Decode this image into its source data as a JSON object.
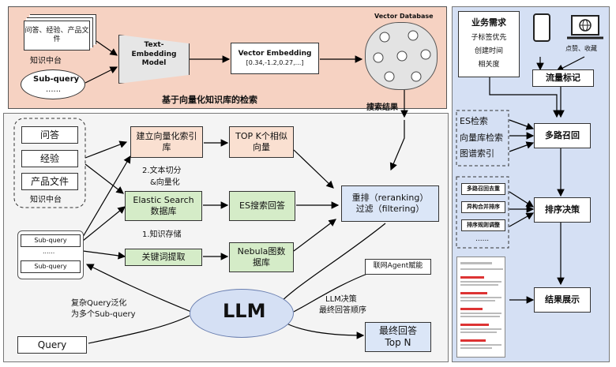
{
  "top": {
    "doc_stack": "问答、经验、产品文件",
    "kb_label": "知识中台",
    "subquery_cloud": "Sub-query",
    "subquery_dots": "......",
    "text_embedding": "Text-Embedding Model",
    "vector_embedding_title": "Vector Embedding",
    "vector_embedding_values": "[0.34,-1.2,0.27,...]",
    "vector_db": "Vector Database",
    "panel_title": "基于向量化知识库的检索",
    "search_result": "搜索结果"
  },
  "middle": {
    "kb_items": [
      "问答",
      "经验",
      "产品文件"
    ],
    "kb_label": "知识中台",
    "build_index": "建立向量化索引库",
    "topk": "TOP K个相似向量",
    "step2_line1": "2.文本切分",
    "step2_line2": "&向量化",
    "es_db": "Elastic Search数据库",
    "es_answer": "ES搜索回答",
    "step1": "1.知识存储",
    "keyword": "关键词提取",
    "nebula": "Nebula图数据库",
    "rerank_line1": "重排（reranking）",
    "rerank_line2": "过滤（filtering）",
    "subqueries": [
      "Sub-query",
      "......",
      "Sub-query"
    ],
    "agent": "联网Agent赋能",
    "llm": "LLM",
    "generalize_line1": "复杂Query泛化",
    "generalize_line2": "为多个Sub-query",
    "decision_line1": "LLM决策",
    "decision_line2": "最终回答顺序",
    "final_line1": "最终回答",
    "final_line2": "Top N",
    "query": "Query"
  },
  "right": {
    "biz_title": "业务需求",
    "biz_items": [
      "子标签优先",
      "创建时间",
      "相关度"
    ],
    "interaction": "点赞、收藏",
    "traffic": "流量标记",
    "sources": [
      "ES检索",
      "向量库检索",
      "图谱索引"
    ],
    "multi_recall": "多路召回",
    "strategies": [
      "多路召回去重",
      "异构合并排序",
      "排序规则调整"
    ],
    "strategies_more": "......",
    "decision": "排序决策",
    "display": "结果展示"
  }
}
